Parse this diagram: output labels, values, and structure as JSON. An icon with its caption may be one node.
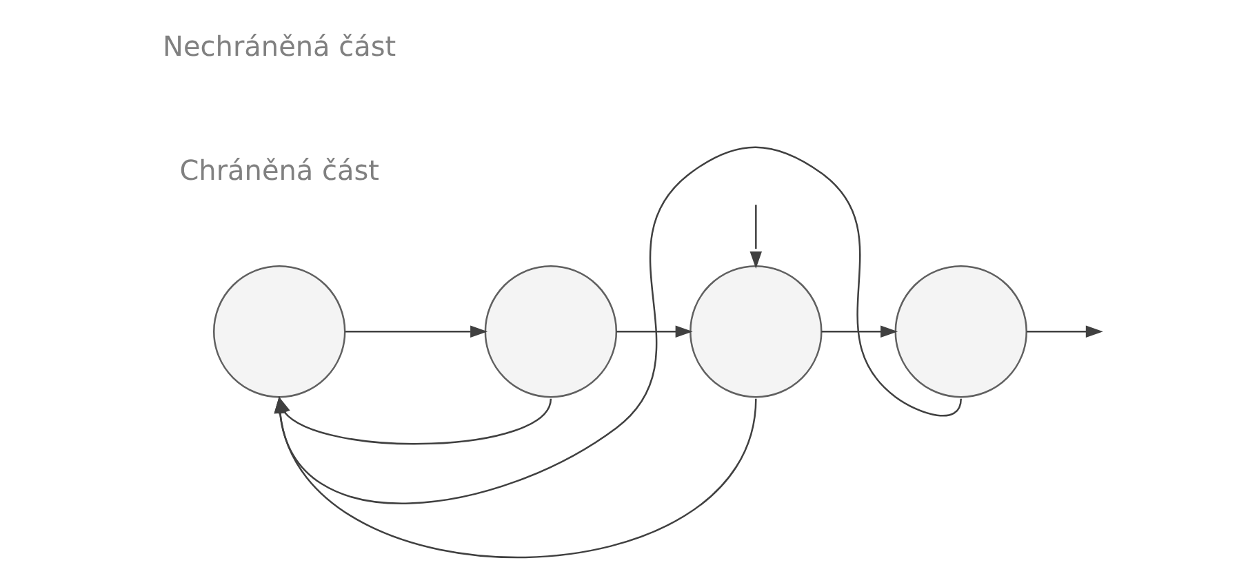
{
  "diagram": {
    "nodes": [
      {
        "text": [],
        "shape": "circle"
      },
      {
        "text": [],
        "shape": "circle"
      },
      {
        "text": [],
        "shape": "circle"
      },
      {
        "text": [],
        "shape": "circle"
      }
    ],
    "edges": [
      {
        "from": 0,
        "to": 1,
        "arrow": "to"
      },
      {
        "from": 1,
        "to": 2,
        "arrow": "to"
      },
      {
        "from": 2,
        "to": 3,
        "arrow": "to"
      },
      {
        "from": 3,
        "to": null,
        "arrow": "to"
      },
      {
        "from": null,
        "to": 2,
        "arrow": "to"
      },
      {
        "from": 1,
        "to": 0,
        "arrow": "to"
      },
      {
        "from": 2,
        "to": 0,
        "arrow": "to"
      },
      {
        "from": 3,
        "to": 0,
        "arrow": "to"
      }
    ],
    "labels": [
      "Chráněná část",
      "Nechráněná část"
    ]
  }
}
